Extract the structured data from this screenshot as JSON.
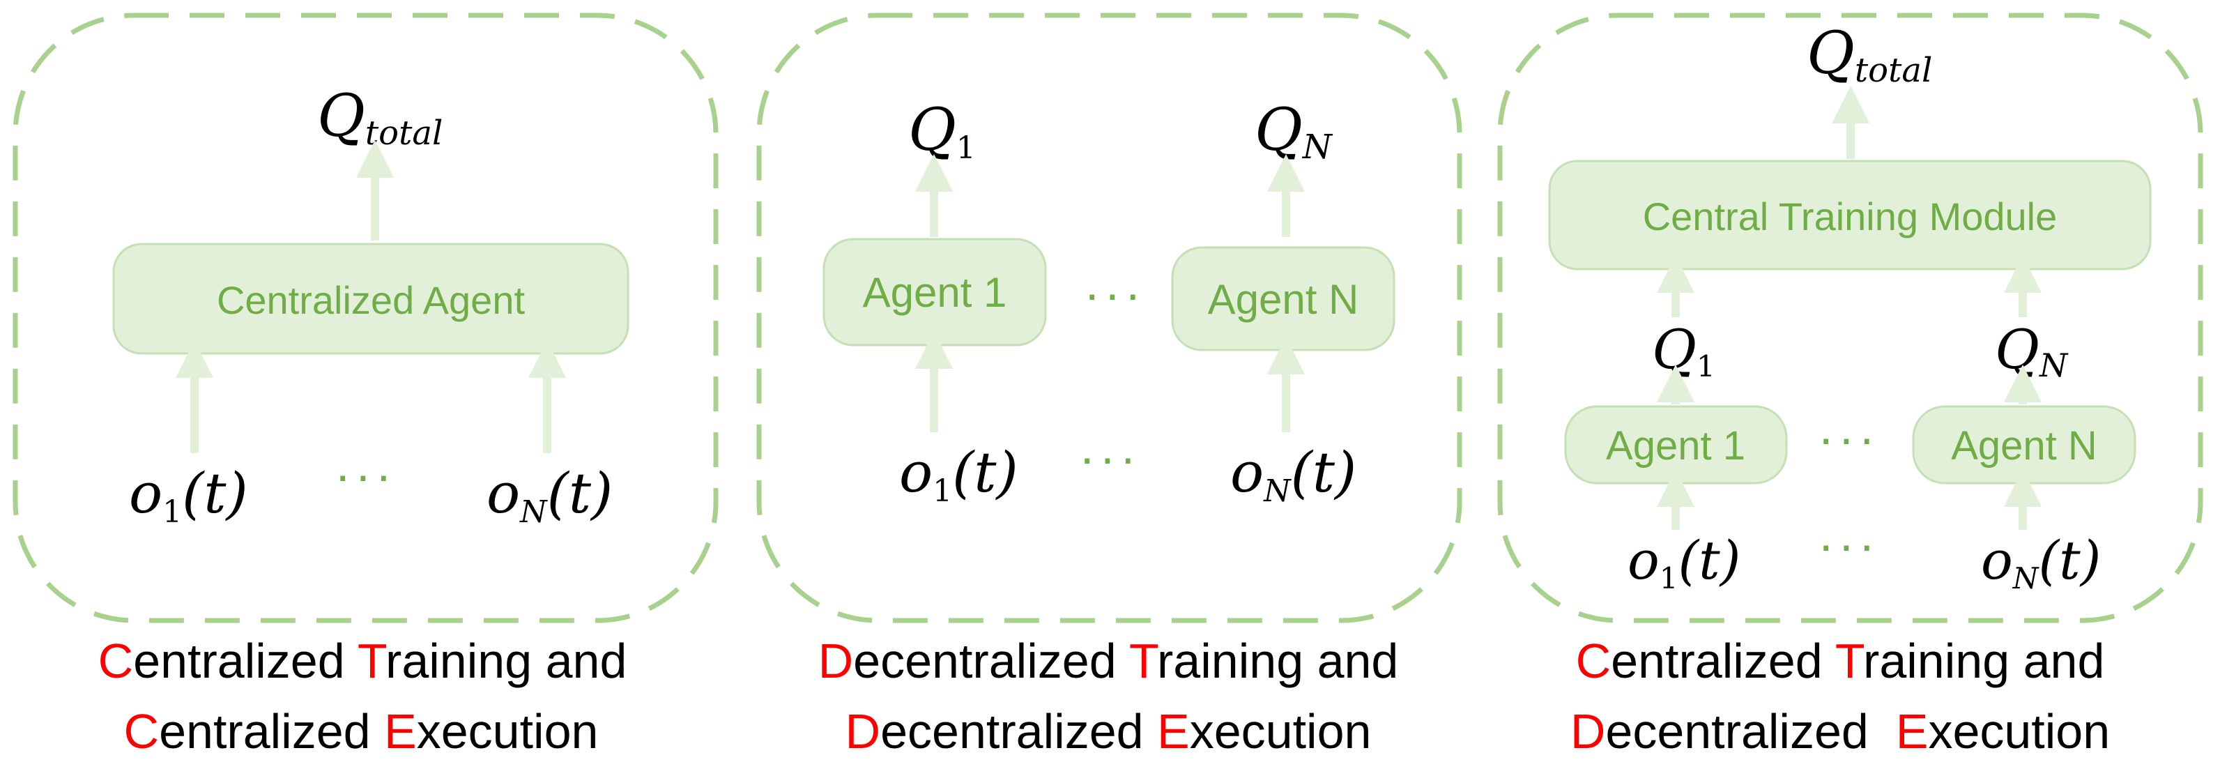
{
  "panels": [
    {
      "top_output": {
        "base": "Q",
        "sub": "total"
      },
      "agent_label": "Centralized Agent",
      "dots": "···",
      "inputs": [
        {
          "base": "o",
          "sub": "1",
          "arg": "(t)"
        },
        {
          "base": "o",
          "sub": "N",
          "arg": "(t)"
        }
      ],
      "caption_line1": [
        {
          "first": "C",
          "rest": "entralized "
        },
        {
          "first": "T",
          "rest": "raining and"
        }
      ],
      "caption_line2": [
        {
          "first": "C",
          "rest": "entralized "
        },
        {
          "first": "E",
          "rest": "xecution"
        }
      ]
    },
    {
      "outputs": [
        {
          "base": "Q",
          "sub": "1"
        },
        {
          "base": "Q",
          "sub": "N"
        }
      ],
      "agent_labels": [
        "Agent 1",
        "Agent N"
      ],
      "dots": "···",
      "inputs": [
        {
          "base": "o",
          "sub": "1",
          "arg": "(t)"
        },
        {
          "base": "o",
          "sub": "N",
          "arg": "(t)"
        }
      ],
      "caption_line1": [
        {
          "first": "D",
          "rest": "ecentralized "
        },
        {
          "first": "T",
          "rest": "raining and"
        }
      ],
      "caption_line2": [
        {
          "first": "D",
          "rest": "ecentralized "
        },
        {
          "first": "E",
          "rest": "xecution"
        }
      ]
    },
    {
      "top_output": {
        "base": "Q",
        "sub": "total"
      },
      "module_label": "Central Training Module",
      "mid_outputs": [
        {
          "base": "Q",
          "sub": "1"
        },
        {
          "base": "Q",
          "sub": "N"
        }
      ],
      "agent_labels": [
        "Agent 1",
        "Agent N"
      ],
      "dots": "···",
      "inputs": [
        {
          "base": "o",
          "sub": "1",
          "arg": "(t)"
        },
        {
          "base": "o",
          "sub": "N",
          "arg": "(t)"
        }
      ],
      "caption_line1": [
        {
          "first": "C",
          "rest": "entralized "
        },
        {
          "first": "T",
          "rest": "raining and"
        }
      ],
      "caption_line2": [
        {
          "first": "D",
          "rest": "ecentralized  "
        },
        {
          "first": "E",
          "rest": "xecution"
        }
      ]
    }
  ],
  "colors": {
    "dashed_border": "#a9d18e",
    "box_fill": "#e2efd9",
    "box_stroke": "#c5e0b4",
    "box_text": "#70ad47",
    "arrow": "#e2efd9",
    "highlight": "#ff0000"
  }
}
